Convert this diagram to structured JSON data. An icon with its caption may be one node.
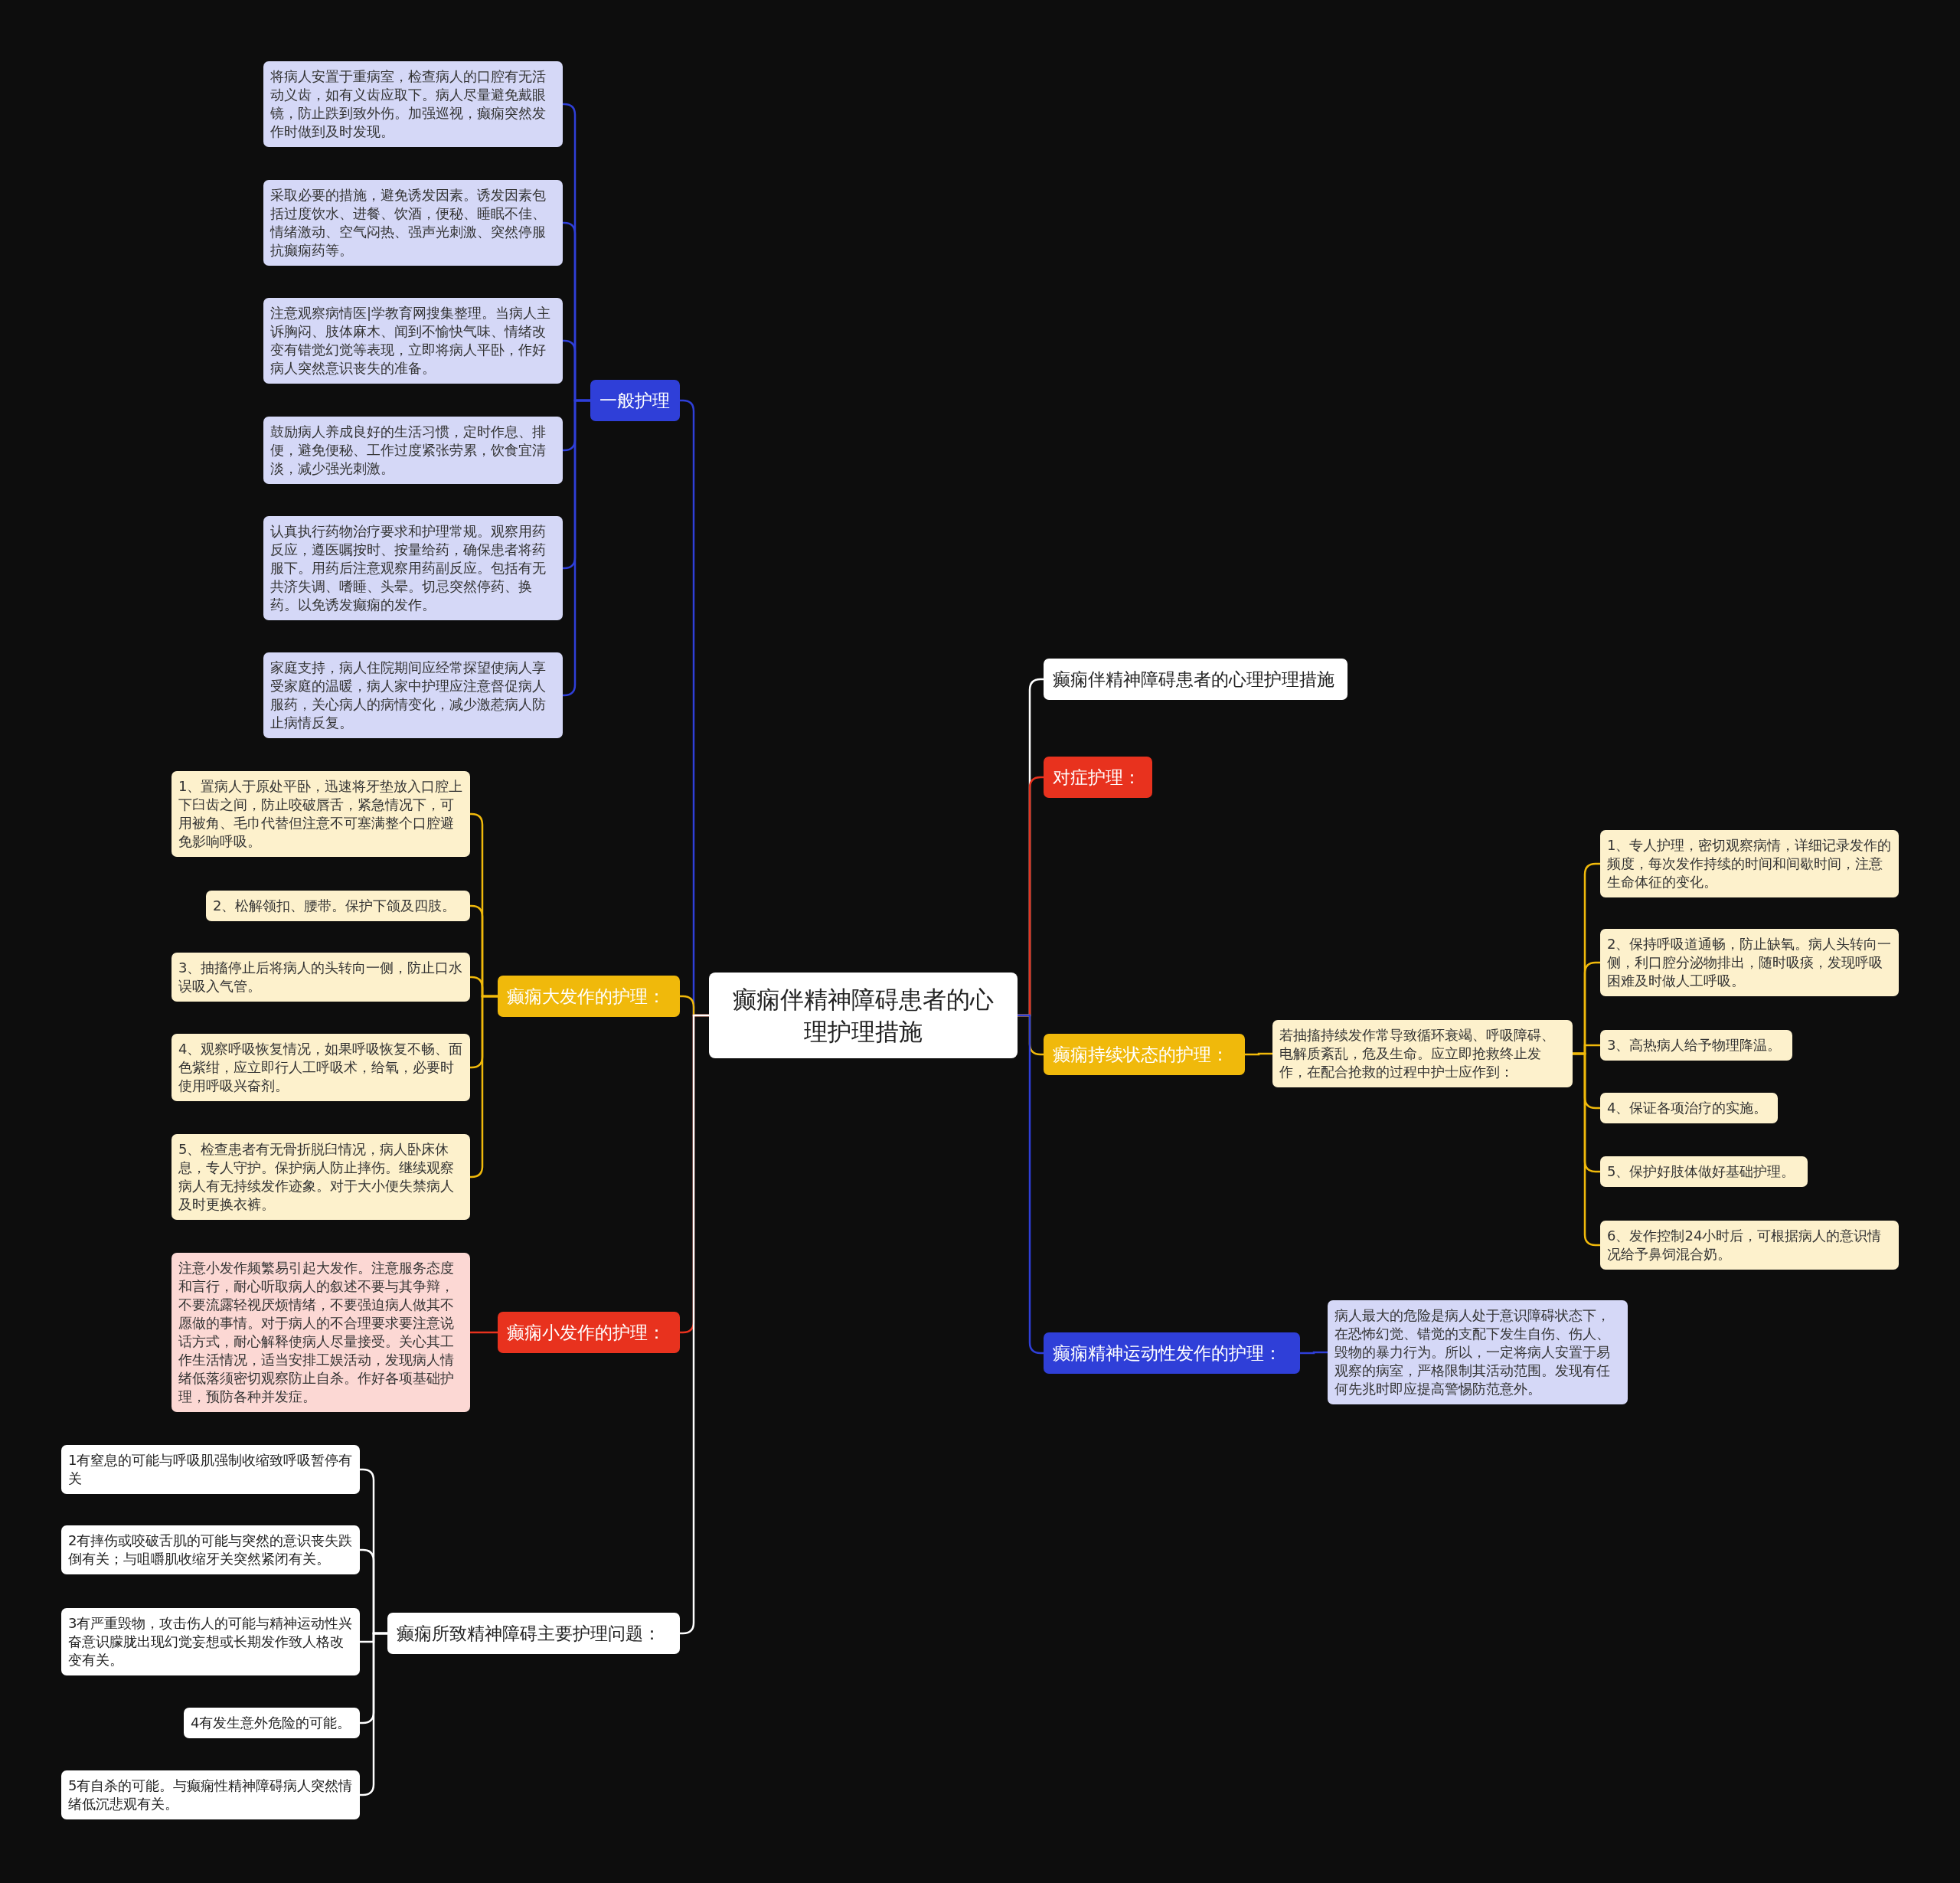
{
  "diagram": {
    "nodes": [
      {
        "text": [
          "癫痫伴精神障碍患者的心理护理措施"
        ]
      },
      {
        "text": [
          "一般护理"
        ]
      },
      {
        "text": [
          "将病人安置于重病室，检查病人的口腔有无活动义齿，如有义齿应取下。病人尽量避免戴眼镜，防止跌到致外伤。加强巡视，癫痫突然发作时做到及时发现。"
        ]
      },
      {
        "text": [
          "采取必要的措施，避免诱发因素。诱发因素包括过度饮水、进餐、饮酒，便秘、睡眠不佳、情绪激动、空气闷热、强声光刺激、突然停服抗癫痫药等。"
        ]
      },
      {
        "text": [
          "注意观察病情医|学教育网搜集整理。当病人主诉胸闷、肢体麻木、闻到不愉快气味、情绪改变有错觉幻觉等表现，立即将病人平卧，作好病人突然意识丧失的准备。"
        ]
      },
      {
        "text": [
          "鼓励病人养成良好的生活习惯，定时作息、排便，避免便秘、工作过度紧张劳累，饮食宜清淡，减少强光刺激。"
        ]
      },
      {
        "text": [
          "认真执行药物治疗要求和护理常规。观察用药反应，遵医嘱按时、按量给药，确保患者将药服下。用药后注意观察用药副反应。包括有无共济失调、嗜睡、头晕。切忌突然停药、换药。以免诱发癫痫的发作。"
        ]
      },
      {
        "text": [
          "家庭支持，病人住院期间应经常探望使病人享受家庭的温暖，病人家中护理应注意督促病人服药，关心病人的病情变化，减少激惹病人防止病情反复。"
        ]
      },
      {
        "text": [
          "癫痫大发作的护理："
        ]
      },
      {
        "text": [
          "1、置病人于原处平卧，迅速将牙垫放入口腔上下臼齿之间，防止咬破唇舌，紧急情况下，可用被角、毛巾代替但注意不可塞满整个口腔避免影响呼吸。"
        ]
      },
      {
        "text": [
          "2、松解领扣、腰带。保护下颌及四肢。"
        ]
      },
      {
        "text": [
          "3、抽搐停止后将病人的头转向一侧，防止口水误吸入气管。"
        ]
      },
      {
        "text": [
          "4、观察呼吸恢复情况，如果呼吸恢复不畅、面色紫绀，应立即行人工呼吸术，给氧，必要时使用呼吸兴奋剂。"
        ]
      },
      {
        "text": [
          "5、检查患者有无骨折脱臼情况，病人卧床休息，专人守护。保护病人防止摔伤。继续观察病人有无持续发作迹象。对于大小便失禁病人及时更换衣裤。"
        ]
      },
      {
        "text": [
          "癫痫小发作的护理："
        ]
      },
      {
        "text": [
          "注意小发作频繁易引起大发作。注意服务态度和言行，耐心听取病人的叙述不要与其争辩，不要流露轻视厌烦情绪，不要强迫病人做其不愿做的事情。对于病人的不合理要求要注意说话方式，耐心解释使病人尽量接受。关心其工作生活情况，适当安排工娱活动，发现病人情绪低落须密切观察防止自杀。作好各项基础护理，预防各种并发症。"
        ]
      },
      {
        "text": [
          "癫痫所致精神障碍主要护理问题："
        ]
      },
      {
        "text": [
          "1有窒息的可能与呼吸肌强制收缩致呼吸暂停有关"
        ]
      },
      {
        "text": [
          "2有摔伤或咬破舌肌的可能与突然的意识丧失跌倒有关；与咀嚼肌收缩牙关突然紧闭有关。"
        ]
      },
      {
        "text": [
          "3有严重毁物，攻击伤人的可能与精神运动性兴奋意识朦胧出现幻觉妄想或长期发作致人格改变有关。"
        ]
      },
      {
        "text": [
          "4有发生意外危险的可能。"
        ]
      },
      {
        "text": [
          "5有自杀的可能。与癫痫性精神障碍病人突然情绪低沉悲观有关。"
        ]
      },
      {
        "text": [
          "癫痫伴精神障碍患者的心理护理措施"
        ]
      },
      {
        "text": [
          "对症护理："
        ]
      },
      {
        "text": [
          "癫痫持续状态的护理："
        ]
      },
      {
        "text": [
          "若抽搐持续发作常导致循环衰竭、呼吸障碍、电解质紊乱，危及生命。应立即抢救终止发作，在配合抢救的过程中护士应作到："
        ]
      },
      {
        "text": [
          "1、专人护理，密切观察病情，详细记录发作的频度，每次发作持续的时间和间歇时间，注意生命体征的变化。"
        ]
      },
      {
        "text": [
          "2、保持呼吸道通畅，防止缺氧。病人头转向一侧，利口腔分泌物排出，随时吸痰，发现呼吸困难及时做人工呼吸。"
        ]
      },
      {
        "text": [
          "3、高热病人给予物理降温。"
        ]
      },
      {
        "text": [
          "4、保证各项治疗的实施。"
        ]
      },
      {
        "text": [
          "5、保护好肢体做好基础护理。"
        ]
      },
      {
        "text": [
          "6、发作控制24小时后，可根据病人的意识情况给予鼻饲混合奶。"
        ]
      },
      {
        "text": [
          "癫痫精神运动性发作的护理："
        ]
      },
      {
        "text": [
          "病人最大的危险是病人处于意识障碍状态下，在恐怖幻觉、错觉的支配下发生自伤、伤人、毁物的暴力行为。所以，一定将病人安置于易观察的病室，严格限制其活动范围。发现有任何先兆时即应提高警惕防范意外。"
        ]
      }
    ],
    "edges": [
      {
        "from": 0,
        "to": 1,
        "arrow": "none",
        "color": "#2f3fd8"
      },
      {
        "from": 1,
        "to": 2,
        "arrow": "none",
        "color": "#2f3fd8"
      },
      {
        "from": 1,
        "to": 3,
        "arrow": "none",
        "color": "#2f3fd8"
      },
      {
        "from": 1,
        "to": 4,
        "arrow": "none",
        "color": "#2f3fd8"
      },
      {
        "from": 1,
        "to": 5,
        "arrow": "none",
        "color": "#2f3fd8"
      },
      {
        "from": 1,
        "to": 6,
        "arrow": "none",
        "color": "#2f3fd8"
      },
      {
        "from": 1,
        "to": 7,
        "arrow": "none",
        "color": "#2f3fd8"
      },
      {
        "from": 0,
        "to": 8,
        "arrow": "none"
      },
      {
        "from": 8,
        "to": 9,
        "arrow": "none"
      },
      {
        "from": 8,
        "to": 10,
        "arrow": "none"
      },
      {
        "from": 8,
        "to": 11,
        "arrow": "none"
      },
      {
        "from": 8,
        "to": 12,
        "arrow": "none"
      },
      {
        "from": 8,
        "to": 13,
        "arrow": "none"
      },
      {
        "from": 0,
        "to": 14,
        "arrow": "none",
        "color": "#e8321e"
      },
      {
        "from": 14,
        "to": 15,
        "arrow": "none",
        "color": "#e8321e"
      },
      {
        "from": 0,
        "to": 16,
        "arrow": "none",
        "color": "#ffffff"
      },
      {
        "from": 16,
        "to": 17,
        "arrow": "none",
        "color": "#ffffff"
      },
      {
        "from": 16,
        "to": 18,
        "arrow": "none",
        "color": "#ffffff"
      },
      {
        "from": 16,
        "to": 19,
        "arrow": "none",
        "color": "#ffffff"
      },
      {
        "from": 16,
        "to": 20,
        "arrow": "none",
        "color": "#ffffff"
      },
      {
        "from": 16,
        "to": 21,
        "arrow": "none",
        "color": "#ffffff"
      },
      {
        "from": 0,
        "to": 22,
        "arrow": "none",
        "color": "#ffffff"
      },
      {
        "from": 0,
        "to": 23,
        "arrow": "none",
        "color": "#e8321e"
      },
      {
        "from": 0,
        "to": 24,
        "arrow": "none"
      },
      {
        "from": 24,
        "to": 25,
        "arrow": "none"
      },
      {
        "from": 25,
        "to": 26,
        "arrow": "none"
      },
      {
        "from": 25,
        "to": 27,
        "arrow": "none"
      },
      {
        "from": 25,
        "to": 28,
        "arrow": "none"
      },
      {
        "from": 25,
        "to": 29,
        "arrow": "none"
      },
      {
        "from": 25,
        "to": 30,
        "arrow": "none"
      },
      {
        "from": 25,
        "to": 31,
        "arrow": "none"
      },
      {
        "from": 0,
        "to": 32,
        "arrow": "none",
        "color": "#2f3fd8"
      },
      {
        "from": 32,
        "to": 33,
        "arrow": "none",
        "color": "#2f3fd8"
      }
    ]
  }
}
